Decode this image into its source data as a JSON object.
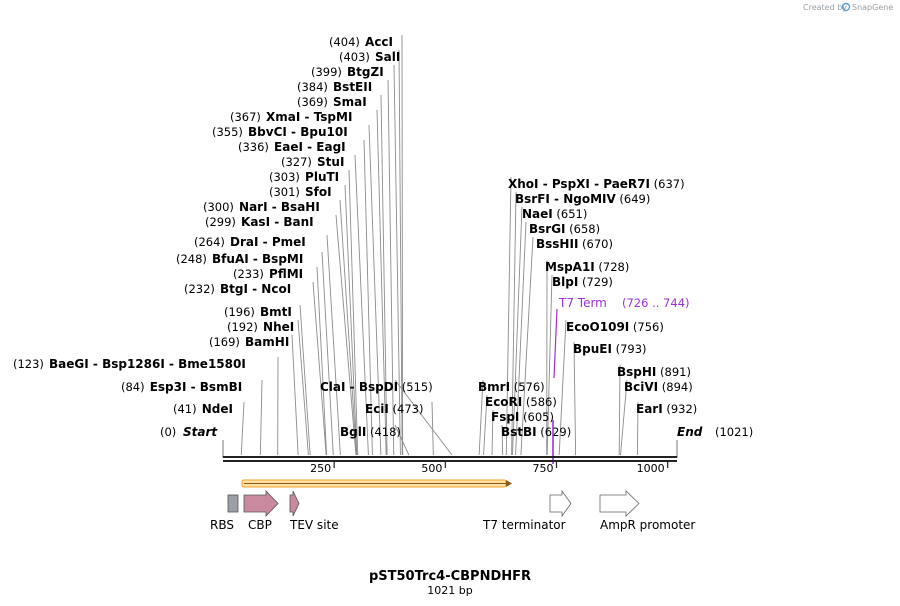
{
  "credit": "Created by",
  "brand": "SnapGene",
  "title": "pST50Trc4-CBPNDHFR",
  "length_label": "1021 bp",
  "start_label": "Start",
  "start_pos": "(0)",
  "end_label": "End",
  "end_pos": "(1021)",
  "axis": {
    "min": 0,
    "max": 1021,
    "ticks": [
      250,
      500,
      750,
      1000
    ]
  },
  "t7term": {
    "label": "T7 Term",
    "range": "(726 .. 744)",
    "color": "#9b30d9"
  },
  "sites": [
    {
      "pos": "(404)",
      "enzymes": [
        "AccI"
      ],
      "bp": 404
    },
    {
      "pos": "(403)",
      "enzymes": [
        "SalI"
      ],
      "bp": 403
    },
    {
      "pos": "(399)",
      "enzymes": [
        "BtgZI"
      ],
      "bp": 399
    },
    {
      "pos": "(384)",
      "enzymes": [
        "BstEII"
      ],
      "bp": 384
    },
    {
      "pos": "(369)",
      "enzymes": [
        "SmaI"
      ],
      "bp": 369
    },
    {
      "pos": "(367)",
      "enzymes": [
        "XmaI",
        "TspMI"
      ],
      "bp": 367
    },
    {
      "pos": "(355)",
      "enzymes": [
        "BbvCI",
        "Bpu10I"
      ],
      "bp": 355
    },
    {
      "pos": "(336)",
      "enzymes": [
        "EaeI",
        "EagI"
      ],
      "bp": 336
    },
    {
      "pos": "(327)",
      "enzymes": [
        "StuI"
      ],
      "bp": 327
    },
    {
      "pos": "(303)",
      "enzymes": [
        "PluTI"
      ],
      "bp": 303
    },
    {
      "pos": "(301)",
      "enzymes": [
        "SfoI"
      ],
      "bp": 301
    },
    {
      "pos": "(300)",
      "enzymes": [
        "NarI",
        "BsaHI"
      ],
      "bp": 300
    },
    {
      "pos": "(299)",
      "enzymes": [
        "KasI",
        "BanI"
      ],
      "bp": 299
    },
    {
      "pos": "(264)",
      "enzymes": [
        "DraI",
        "PmeI"
      ],
      "bp": 264
    },
    {
      "pos": "(248)",
      "enzymes": [
        "BfuAI",
        "BspMI"
      ],
      "bp": 248
    },
    {
      "pos": "(233)",
      "enzymes": [
        "PflMI"
      ],
      "bp": 233
    },
    {
      "pos": "(232)",
      "enzymes": [
        "BtgI",
        "NcoI"
      ],
      "bp": 232
    },
    {
      "pos": "(196)",
      "enzymes": [
        "BmtI"
      ],
      "bp": 196
    },
    {
      "pos": "(192)",
      "enzymes": [
        "NheI"
      ],
      "bp": 192
    },
    {
      "pos": "(169)",
      "enzymes": [
        "BamHI"
      ],
      "bp": 169
    },
    {
      "pos": "(123)",
      "enzymes": [
        "BaeGI",
        "Bsp1286I",
        "Bme1580I"
      ],
      "bp": 123
    },
    {
      "pos": "(84)",
      "enzymes": [
        "Esp3I",
        "BsmBI"
      ],
      "bp": 84
    },
    {
      "pos": "(41)",
      "enzymes": [
        "NdeI"
      ],
      "bp": 41
    },
    {
      "pos": "(515)",
      "enzymes": [
        "ClaI",
        "BspDI"
      ],
      "bp": 515
    },
    {
      "pos": "(473)",
      "enzymes": [
        "EciI"
      ],
      "bp": 473
    },
    {
      "pos": "(418)",
      "enzymes": [
        "BglI"
      ],
      "bp": 418
    },
    {
      "pos": "(637)",
      "enzymes": [
        "XhoI",
        "PspXI",
        "PaeR7I"
      ],
      "bp": 637
    },
    {
      "pos": "(649)",
      "enzymes": [
        "BsrFI",
        "NgoMIV"
      ],
      "bp": 649
    },
    {
      "pos": "(651)",
      "enzymes": [
        "NaeI"
      ],
      "bp": 651
    },
    {
      "pos": "(658)",
      "enzymes": [
        "BsrGI"
      ],
      "bp": 658
    },
    {
      "pos": "(670)",
      "enzymes": [
        "BssHII"
      ],
      "bp": 670
    },
    {
      "pos": "(728)",
      "enzymes": [
        "MspA1I"
      ],
      "bp": 728
    },
    {
      "pos": "(729)",
      "enzymes": [
        "BlpI"
      ],
      "bp": 729
    },
    {
      "pos": "(756)",
      "enzymes": [
        "EcoO109I"
      ],
      "bp": 756
    },
    {
      "pos": "(793)",
      "enzymes": [
        "BpuEI"
      ],
      "bp": 793
    },
    {
      "pos": "(576)",
      "enzymes": [
        "BmrI"
      ],
      "bp": 576
    },
    {
      "pos": "(586)",
      "enzymes": [
        "EcoRI"
      ],
      "bp": 586
    },
    {
      "pos": "(605)",
      "enzymes": [
        "FspI"
      ],
      "bp": 605
    },
    {
      "pos": "(629)",
      "enzymes": [
        "BstBI"
      ],
      "bp": 629
    },
    {
      "pos": "(891)",
      "enzymes": [
        "BspHI"
      ],
      "bp": 891
    },
    {
      "pos": "(894)",
      "enzymes": [
        "BciVI"
      ],
      "bp": 894
    },
    {
      "pos": "(932)",
      "enzymes": [
        "EarI"
      ],
      "bp": 932
    }
  ],
  "features": [
    {
      "label": "RBS",
      "color": "#9aa0a6"
    },
    {
      "label": "CBP",
      "color": "#c98aa0"
    },
    {
      "label": "TEV site",
      "color": "#c98aa0"
    },
    {
      "label": "T7 terminator",
      "color": "#ffffff"
    },
    {
      "label": "AmpR promoter",
      "color": "#ffffff"
    }
  ],
  "orf_color": "#f0a020"
}
